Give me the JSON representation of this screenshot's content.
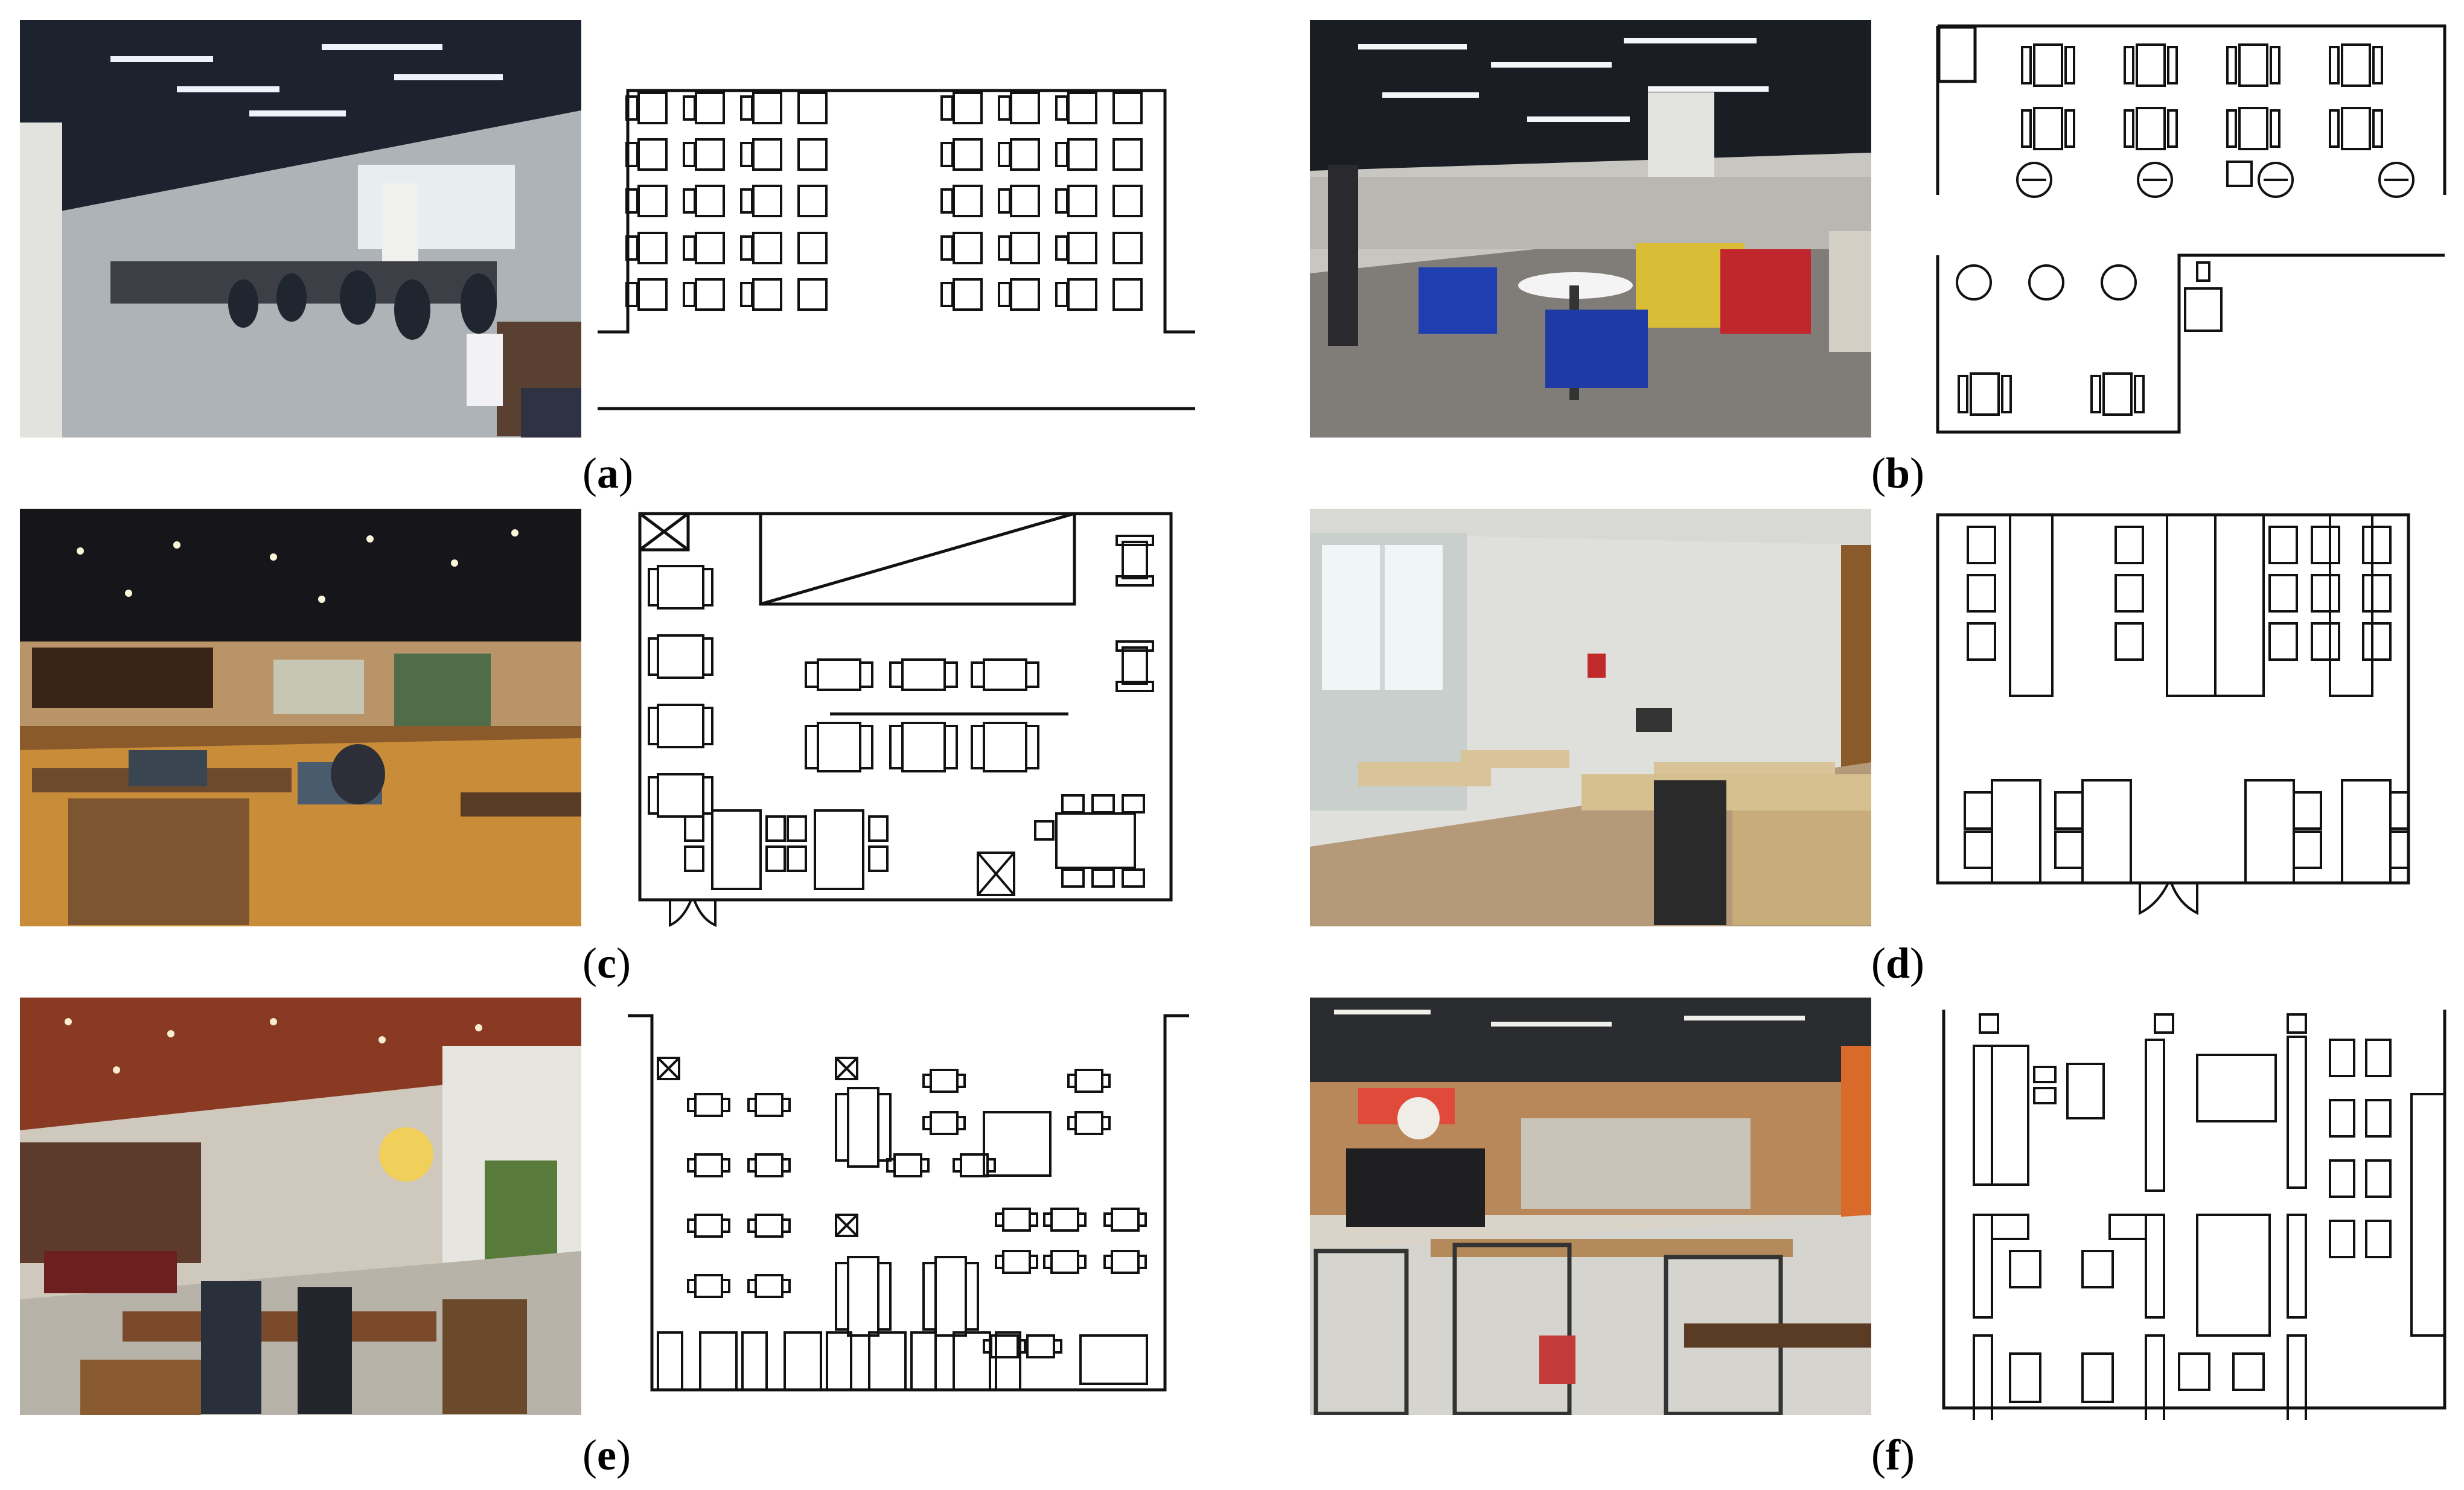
{
  "panels": [
    {
      "id": "a",
      "label_text": "a",
      "label_prefix": "(",
      "label_suffix": ")"
    },
    {
      "id": "b",
      "label_text": "b",
      "label_prefix": "(",
      "label_suffix": ")"
    },
    {
      "id": "c",
      "label_text": "c",
      "label_prefix": "(",
      "label_suffix": ")"
    },
    {
      "id": "d",
      "label_text": "d",
      "label_prefix": "(",
      "label_suffix": ")"
    },
    {
      "id": "e",
      "label_text": "e",
      "label_prefix": "(",
      "label_suffix": ")"
    },
    {
      "id": "f",
      "label_text": "f",
      "label_prefix": "(",
      "label_suffix": ")"
    }
  ],
  "colors": {
    "line": "#111111",
    "background": "#ffffff"
  }
}
